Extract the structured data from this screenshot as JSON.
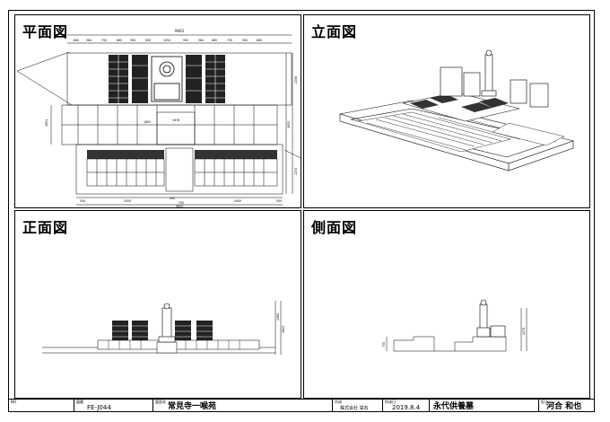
{
  "panels": {
    "plan": "平面図",
    "elevation": "立面図",
    "front": "正面図",
    "side": "側面図"
  },
  "dimensions": {
    "plan_top_total": "9603",
    "plan_top_row": [
      "665",
      "364",
      "750",
      "665",
      "364",
      "900",
      "1050",
      "900",
      "364",
      "665",
      "750",
      "364",
      "665"
    ],
    "plan_left": "1891",
    "plan_right_a": "2256",
    "plan_right_b": "1855",
    "plan_right_c": "2255",
    "plan_mid_a": "1892",
    "plan_mid_b": "1678",
    "plan_bottom_row": [
      "500",
      "2050",
      "500",
      "700",
      "4000",
      "500"
    ],
    "plan_bottom_total": "9600",
    "front_height_a": "1580",
    "front_height_b": "2655",
    "side_height": "2270",
    "side_small": "750"
  },
  "title_block": {
    "no_label": "NO",
    "drawing_no_label": "図番",
    "drawing_no": "FE-J044",
    "name_label": "霊園名",
    "name": "常見寺一喉苑",
    "company_label": "作成",
    "company": "株式会社 栄石",
    "date_label": "作成日",
    "date": "2019.8.4",
    "subject": "永代供養墓",
    "author_label": "担当",
    "author": "河合 和也"
  }
}
